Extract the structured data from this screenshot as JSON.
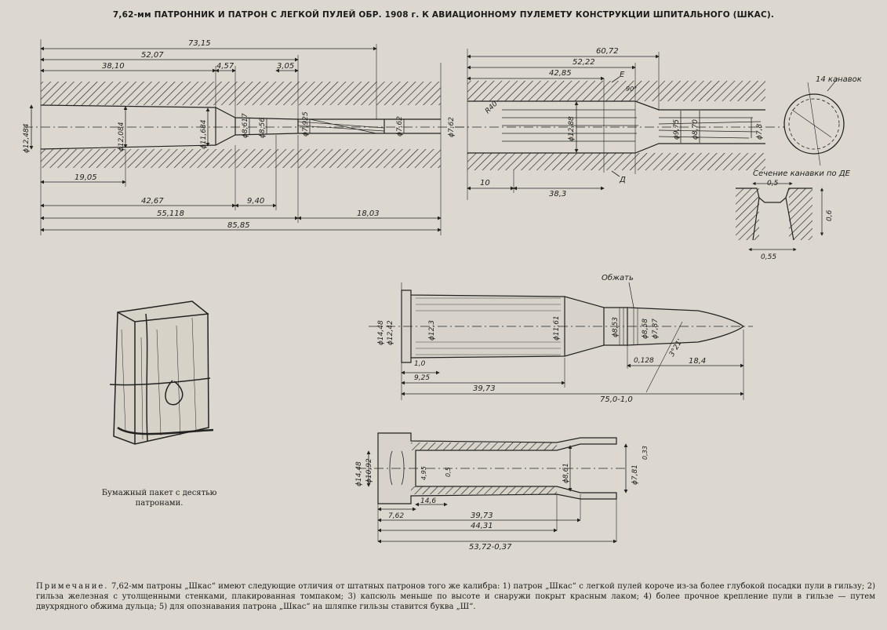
{
  "title": "7,62-мм ПАТРОННИК И ПАТРОН С ЛЕГКОЙ ПУЛЕЙ ОБР. 1908 г. К АВИАЦИОННОМУ ПУЛЕМЕТУ КОНСТРУКЦИИ ШПИТАЛЬНОГО (ШКАС).",
  "chamber_long": {
    "top_dims": [
      "73,15",
      "52,07",
      "38,10",
      "4,57",
      "3,05"
    ],
    "inner_dims": [
      "ϕ12,484",
      "ϕ12,084",
      "ϕ11,684",
      "ϕ8,617",
      "ϕ8,56",
      "ϕ7,925",
      "ϕ7,62",
      "ϕ7,62"
    ],
    "bottom_dims": [
      "19,05",
      "42,67",
      "9,40",
      "55,118",
      "18,03",
      "85,85"
    ]
  },
  "chamber_grooved": {
    "top_dims": [
      "60,72",
      "52,22",
      "42,85"
    ],
    "labels": [
      "Е",
      "Д",
      "R40",
      "90°"
    ],
    "inner_dims": [
      "ϕ12,88",
      "ϕ9,75",
      "ϕ8,70",
      "ϕ7,8"
    ],
    "bottom_dims": [
      "10",
      "38,3"
    ]
  },
  "groove_section": {
    "grooves_label": "14 канавок",
    "section_label": "Сечение канавки по ДЕ",
    "dims": [
      "0,5",
      "0,6",
      "0,55"
    ]
  },
  "cartridge": {
    "crimp_label": "Обжать",
    "dims": [
      "ϕ14,48",
      "ϕ12,42",
      "ϕ12,3",
      "ϕ11,61",
      "ϕ8,53",
      "ϕ8,58",
      "ϕ7,87",
      "3°21'",
      "0,128",
      "18,4",
      "1,0",
      "9,25",
      "39,73",
      "75,0-1,0"
    ]
  },
  "case": {
    "dims": [
      "ϕ14,48",
      "ϕ10,92",
      "4,95",
      "0,5",
      "ϕ8,61",
      "ϕ7,81",
      "0,33",
      "7,62",
      "14,6",
      "39,73",
      "44,31",
      "53,72-0,37"
    ]
  },
  "package_caption": "Бумажный пакет с десятью патронами.",
  "note": {
    "lead": "Примечание.",
    "text": " 7,62-мм патроны „Шкас“ имеют следующие отличия от штатных патронов того же калибра: 1) патрон „Шкас“ с легкой пулей короче из-за более глубокой посадки пули в гильзу; 2) гильза железная с утолщенными стенками, плакированная томпаком; 3) капсюль меньше по высоте и снаружи покрыт красным лаком; 4) более прочное крепление пули в гильзе — путем двухрядного обжима дульца; 5) для опознавания патрона „Шкас“ на шляпке гильзы ставится буква „Ш“."
  },
  "colors": {
    "paper": "#dcd8cf",
    "ink": "#1e1e1e"
  }
}
